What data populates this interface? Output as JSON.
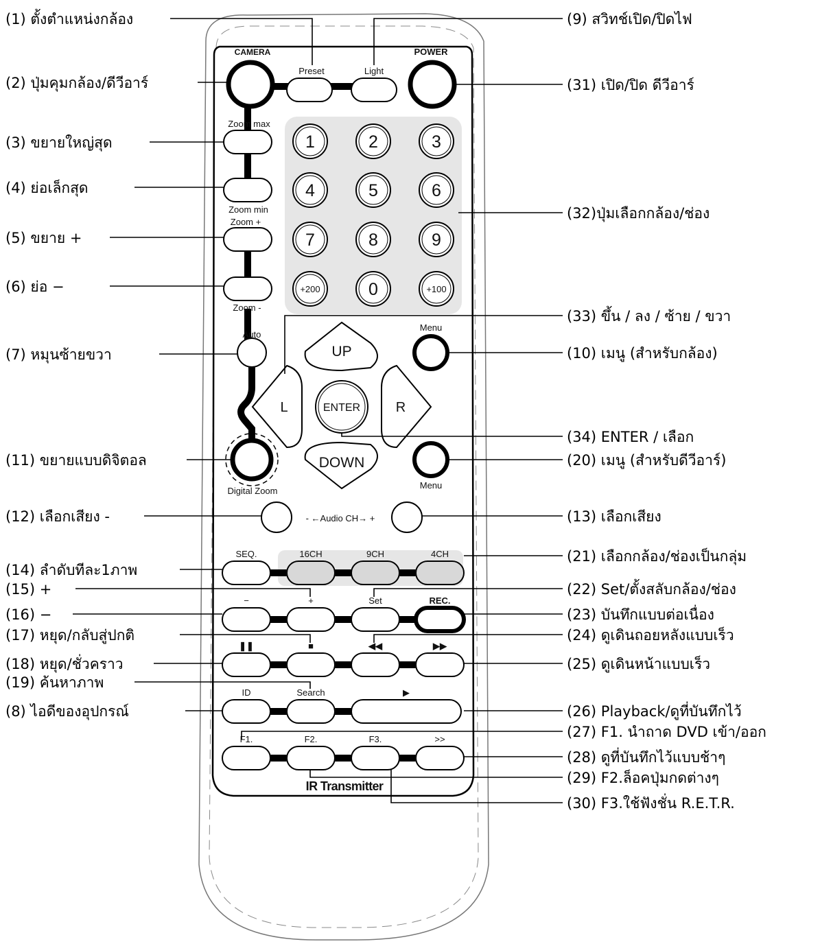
{
  "callouts_left": [
    {
      "id": "c1",
      "text": "(1) ตั้งตำแหน่งกล้อง",
      "target": "preset"
    },
    {
      "id": "c2",
      "text": "(2) ปุ่มคุมกล้อง/ดีวีอาร์",
      "target": "camera"
    },
    {
      "id": "c3",
      "text": "(3) ขยายใหญ่สุด",
      "target": "zoommax"
    },
    {
      "id": "c4",
      "text": "(4) ย่อเล็กสุด",
      "target": "zoommin"
    },
    {
      "id": "c5",
      "text": "(5) ขยาย +",
      "target": "zoomplus"
    },
    {
      "id": "c6",
      "text": "(6) ย่อ   −",
      "target": "zoomminus"
    },
    {
      "id": "c7",
      "text": "(7) หมุนซ้ายขวา",
      "target": "auto"
    },
    {
      "id": "c11",
      "text": "(11) ขยายแบบดิจิตอล",
      "target": "digitalzoom"
    },
    {
      "id": "c12",
      "text": "(12) เลือกเสียง -",
      "target": "audiominus"
    },
    {
      "id": "c14",
      "text": "(14) ลำดับทีละ1ภาพ",
      "target": "seq"
    },
    {
      "id": "c15",
      "text": "(15) +",
      "target": "plus"
    },
    {
      "id": "c16",
      "text": "(16) −",
      "target": "minus"
    },
    {
      "id": "c17",
      "text": "(17) หยุด/กลับสู่ปกติ",
      "target": "stop"
    },
    {
      "id": "c18",
      "text": "(18) หยุด/ชั่วคราว",
      "target": "pause"
    },
    {
      "id": "c19",
      "text": "(19) ค้นหาภาพ",
      "target": "search"
    },
    {
      "id": "c8",
      "text": "(8) ไอดีของอุปกรณ์",
      "target": "id"
    }
  ],
  "callouts_right": [
    {
      "id": "c9",
      "text": "(9) สวิทช์เปิด/ปิดไฟ",
      "target": "light"
    },
    {
      "id": "c31",
      "text": "(31) เปิด/ปิด ดีวีอาร์",
      "target": "power"
    },
    {
      "id": "c32",
      "text": "(32)ปุ่มเลือกกล้อง/ช่อง",
      "target": "numpad"
    },
    {
      "id": "c33",
      "text": "(33) ขึ้น / ลง / ซ้าย / ขวา",
      "target": "arrows"
    },
    {
      "id": "c10",
      "text": "(10) เมนู (สำหรับกล้อง)",
      "target": "menucam"
    },
    {
      "id": "c34",
      "text": "(34) ENTER / เลือก",
      "target": "enter"
    },
    {
      "id": "c20",
      "text": "(20) เมนู (สำหรับดีวีอาร์)",
      "target": "menudvr"
    },
    {
      "id": "c13",
      "text": "(13) เลือกเสียง",
      "target": "audioplus"
    },
    {
      "id": "c21",
      "text": "(21) เลือกกล้อง/ช่องเป็นกลุ่ม",
      "target": "chgroup"
    },
    {
      "id": "c22",
      "text": "(22) Set/ตั้งสลับกล้อง/ช่อง",
      "target": "set"
    },
    {
      "id": "c23",
      "text": "(23) บันทึกแบบต่อเนื่อง",
      "target": "rec"
    },
    {
      "id": "c24",
      "text": "(24) ดูเดินถอยหลังแบบเร็ว",
      "target": "rew"
    },
    {
      "id": "c25",
      "text": "(25) ดูเดินหน้าแบบเร็ว",
      "target": "ffw"
    },
    {
      "id": "c26",
      "text": "(26) Playback/ดูที่บันทึกไว้",
      "target": "play"
    },
    {
      "id": "c27",
      "text": "(27) F1. นำถาด DVD เข้า/ออก",
      "target": "f1"
    },
    {
      "id": "c28",
      "text": "(28) ดูที่บันทึกไว้แบบช้าๆ",
      "target": "slow"
    },
    {
      "id": "c29",
      "text": "(29) F2.ล็อคปุ่มกดต่างๆ",
      "target": "f2"
    },
    {
      "id": "c30",
      "text": "(30) F3.ใช้ฟังชั่น R.E.T.R.",
      "target": "f3"
    }
  ],
  "remote": {
    "camera": "CAMERA",
    "power": "POWER",
    "preset": "Preset",
    "light": "Light",
    "zoom_max": "Zoom max",
    "zoom_min": "Zoom min",
    "zoom_plus": "Zoom +",
    "zoom_minus": "Zoom -",
    "auto": "Auto",
    "digital_zoom": "Digital Zoom",
    "keys": [
      "1",
      "2",
      "3",
      "4",
      "5",
      "6",
      "7",
      "8",
      "9",
      "+200",
      "0",
      "+100"
    ],
    "up": "UP",
    "down": "DOWN",
    "left": "L",
    "right": "R",
    "enter": "ENTER",
    "menu_top": "Menu",
    "menu_bottom": "Menu",
    "audio_ch": "- ←Audio CH→ +",
    "seq": "SEQ.",
    "ch16": "16CH",
    "ch9": "9CH",
    "ch4": "4CH",
    "minus": "−",
    "plus": "+",
    "set": "Set",
    "rec": "REC.",
    "pause": "❚❚",
    "stop": "■",
    "rew": "◀◀",
    "ffw": "▶▶",
    "id": "ID",
    "search": "Search",
    "play": "▶",
    "f1": "F1.",
    "f2": "F2.",
    "f3": "F3.",
    "slow": ">>",
    "brand": "IR Transmitter"
  },
  "colors": {
    "ink": "#000000",
    "panel": "#e6e6e6",
    "btn": "#ffffff"
  }
}
